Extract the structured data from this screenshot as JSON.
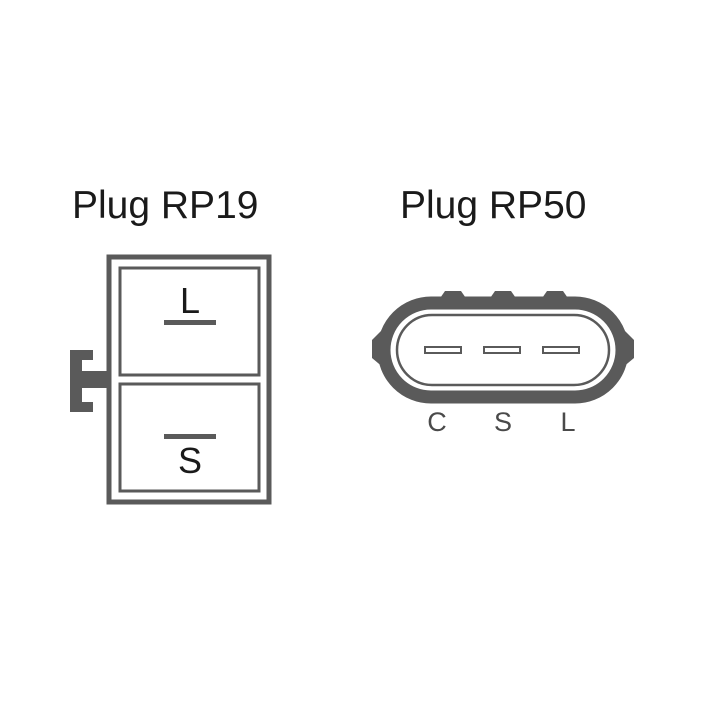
{
  "plug_rp19": {
    "title": "Plug RP19",
    "terminals": {
      "top": "L",
      "bottom": "S"
    }
  },
  "plug_rp50": {
    "title": "Plug RP50",
    "pin_labels": [
      "C",
      "S",
      "L"
    ]
  },
  "colors": {
    "outline": "#5a5a5a",
    "text": "#1a1a1a",
    "label": "#4a4a4a"
  }
}
